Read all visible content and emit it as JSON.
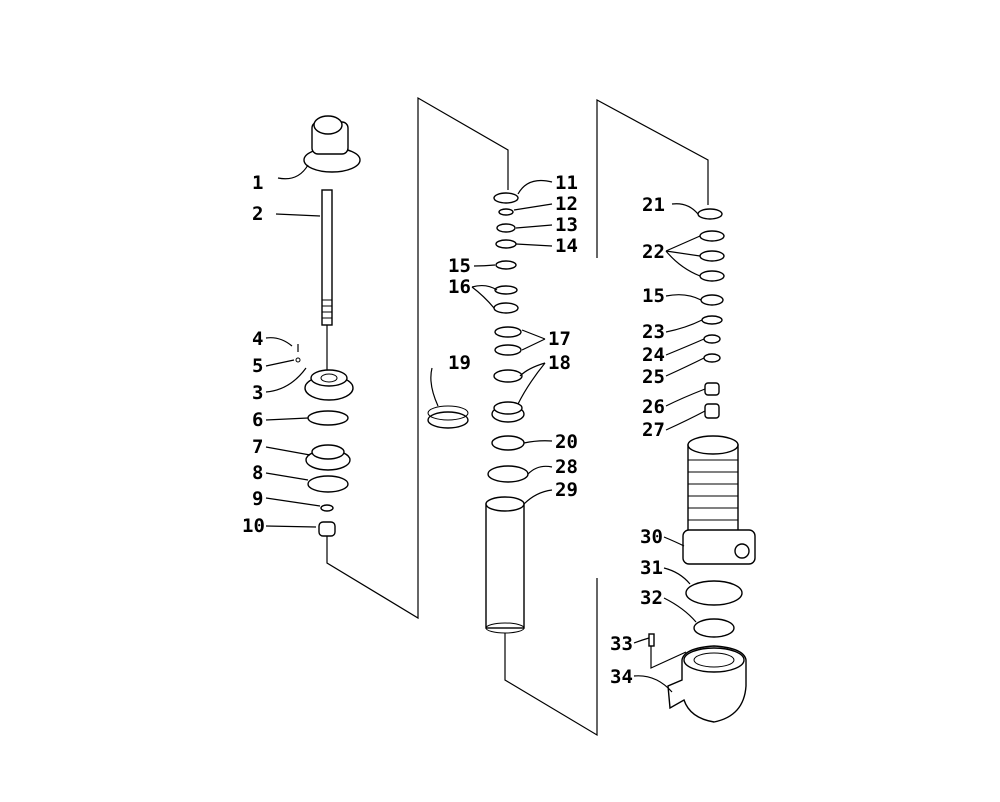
{
  "labels": [
    "1",
    "2",
    "3",
    "4",
    "5",
    "6",
    "7",
    "8",
    "9",
    "10",
    "11",
    "12",
    "13",
    "14",
    "15",
    "16",
    "17",
    "18",
    "19",
    "20",
    "21",
    "22",
    "23",
    "24",
    "25",
    "26",
    "27",
    "28",
    "29",
    "30",
    "31",
    "32",
    "33",
    "34"
  ],
  "callouts": {
    "p1": "1",
    "p2": "2",
    "p3": "3",
    "p4": "4",
    "p5": "5",
    "p6": "6",
    "p7": "7",
    "p8": "8",
    "p9": "9",
    "p10": "10",
    "p11": "11",
    "p12": "12",
    "p13": "13",
    "p14": "14",
    "p15a": "15",
    "p16": "16",
    "p17": "17",
    "p18": "18",
    "p19": "19",
    "p20": "20",
    "p21": "21",
    "p22": "22",
    "p15b": "15",
    "p23": "23",
    "p24": "24",
    "p25": "25",
    "p26": "26",
    "p27": "27",
    "p28": "28",
    "p29": "29",
    "p30": "30",
    "p31": "31",
    "p32": "32",
    "p33": "33",
    "p34": "34"
  }
}
